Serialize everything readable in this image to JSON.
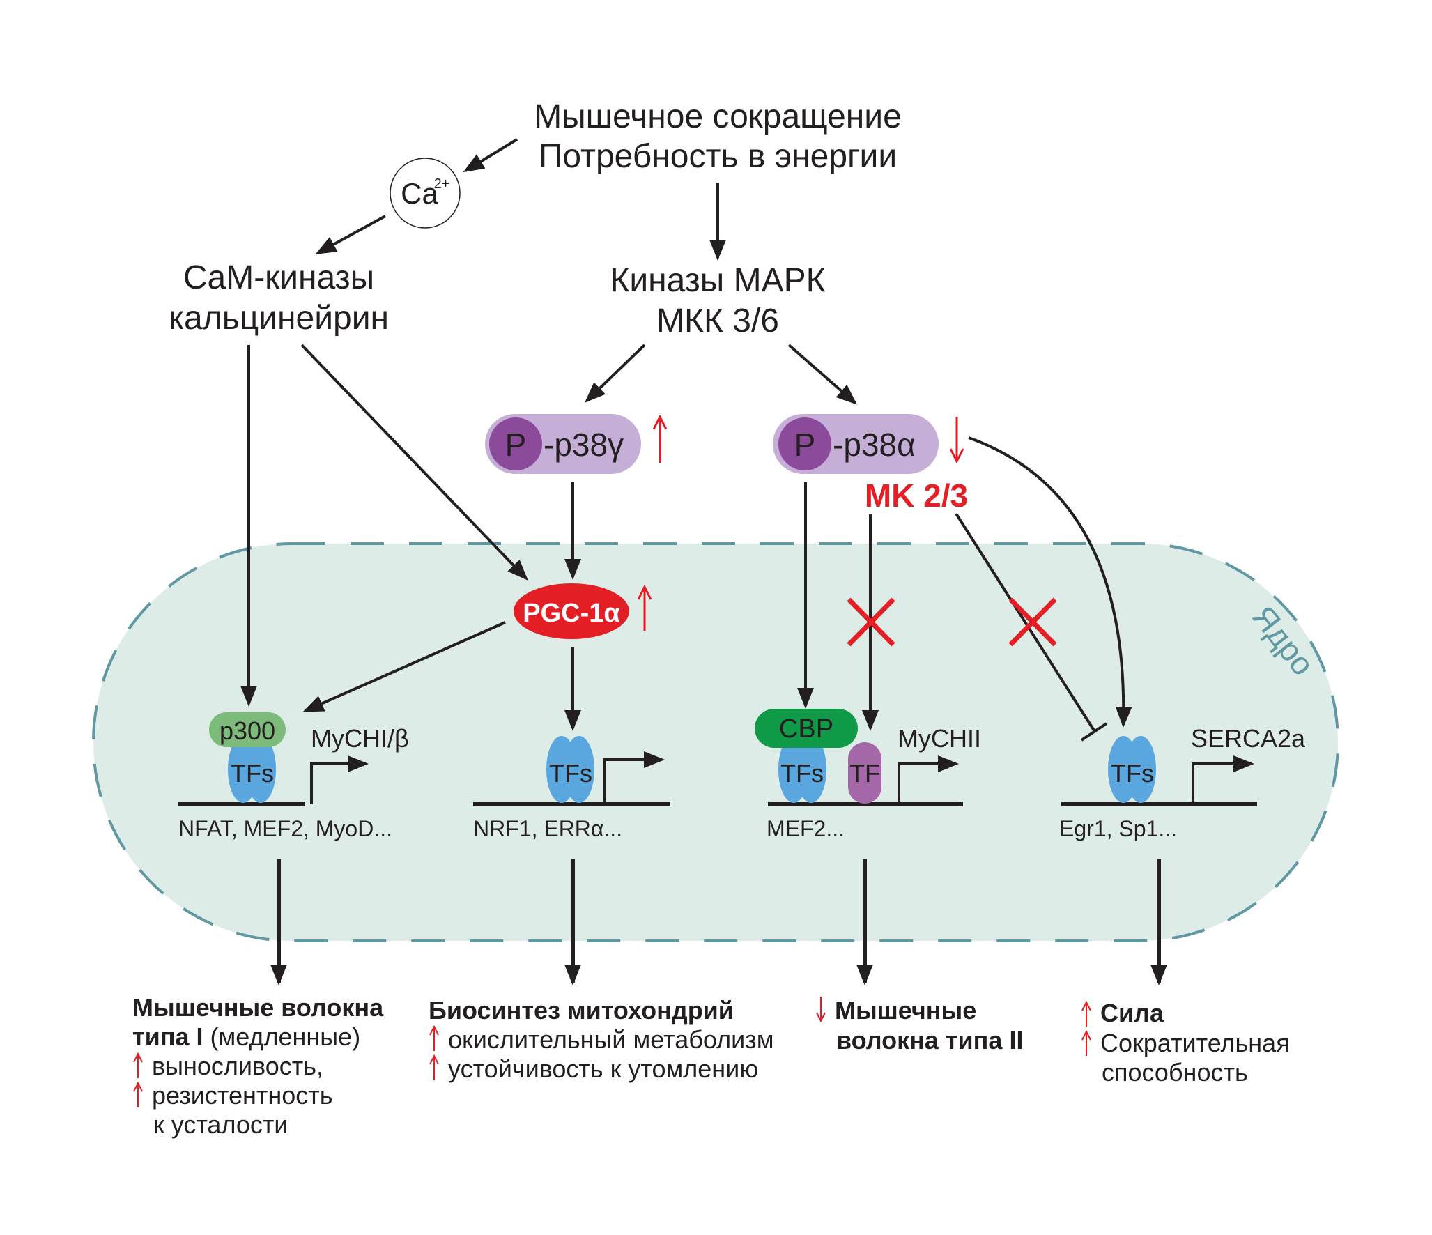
{
  "diagram": {
    "title_line1": "Мышечное сокращение",
    "title_line2": "Потребность в энергии",
    "calcium": {
      "base": "Ca",
      "superscript": "2+"
    },
    "cam": {
      "line1": "CaM-киназы",
      "line2": "кальцинейрин"
    },
    "mapk": {
      "line1": "Киназы МАРК",
      "line2": "МКК 3/6"
    },
    "p38g": {
      "p_label": "P",
      "label": "-p38γ",
      "trend": "up"
    },
    "p38a": {
      "p_label": "P",
      "label": "-p38α",
      "trend": "down"
    },
    "mk23": "MK 2/3",
    "pgc": {
      "label": "PGC-1α",
      "trend": "up"
    },
    "nucleus_label": "Ядро",
    "genes": [
      {
        "coactivator": "p300",
        "tf_label": "TFs",
        "gene": "MyCHI/β",
        "factors": "NFAT, MEF2, MyoD..."
      },
      {
        "coactivator": "",
        "tf_label": "TFs",
        "gene": "",
        "factors": "NRF1, ERRα..."
      },
      {
        "coactivator": "CBP",
        "tf_label": "TFs",
        "extra_tf": "TF",
        "gene": "MyCHII",
        "factors": "MEF2..."
      },
      {
        "coactivator": "",
        "tf_label": "TFs",
        "gene": "SERCA2a",
        "factors": "Egr1, Sp1..."
      }
    ],
    "outcomes": [
      {
        "bold1": "Мышечные волокна",
        "bold2": "типа I",
        "normal2": " (медленные)",
        "items": [
          "выносливость,",
          "резистентность"
        ],
        "tail": "к усталости"
      },
      {
        "bold1": "Биосинтез митохондрий",
        "items": [
          "окислительный метаболизм",
          "устойчивость к утомлению"
        ]
      },
      {
        "trend": "down",
        "bold1": "Мышечные",
        "bold2": "волокна типа II"
      },
      {
        "trend": "up",
        "bold1": "Сила",
        "items": [
          "Сократительная"
        ],
        "tail": "способность"
      }
    ],
    "colors": {
      "nucleus_fill": "#deece8",
      "nucleus_border": "#5f97a3",
      "pill": "#c5afd6",
      "phospho": "#8c4a9a",
      "pgc": "#e31e24",
      "tf_blue": "#5aa6df",
      "p300": "#7dbb7a",
      "cbp": "#0f9a48",
      "tf_purple": "#a467a8",
      "red": "#e31e24"
    }
  }
}
